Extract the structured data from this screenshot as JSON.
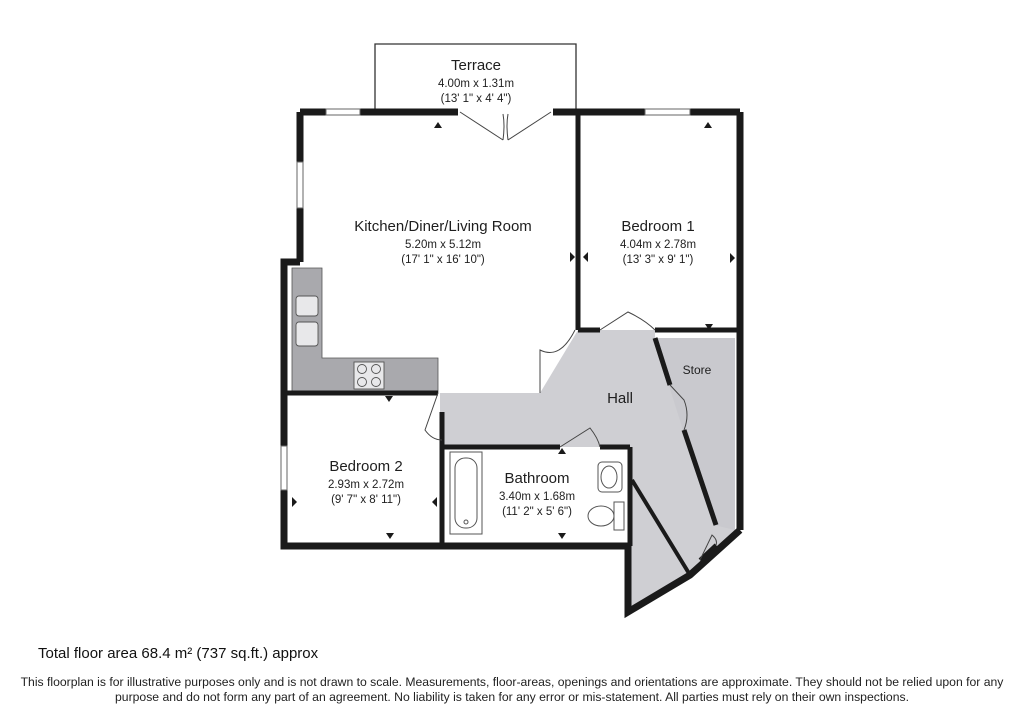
{
  "rooms": {
    "terrace": {
      "name": "Terrace",
      "metric": "4.00m x 1.31m",
      "imperial": "(13' 1\" x 4' 4\")"
    },
    "kitchen": {
      "name": "Kitchen/Diner/Living Room",
      "metric": "5.20m x 5.12m",
      "imperial": "(17' 1\" x 16' 10\")"
    },
    "bedroom1": {
      "name": "Bedroom 1",
      "metric": "4.04m x 2.78m",
      "imperial": "(13' 3\" x 9' 1\")"
    },
    "bedroom2": {
      "name": "Bedroom 2",
      "metric": "2.93m x 2.72m",
      "imperial": "(9' 7\" x 8' 11\")"
    },
    "bathroom": {
      "name": "Bathroom",
      "metric": "3.40m x 1.68m",
      "imperial": "(11' 2\" x 5' 6\")"
    },
    "store": {
      "name": "Store"
    },
    "hall": {
      "name": "Hall"
    }
  },
  "footer": {
    "total_area": "Total floor area 68.4 m² (737 sq.ft.) approx",
    "disclaimer": "This floorplan is for illustrative purposes only and is not drawn to scale. Measurements, floor-areas, openings and orientations are approximate. They should not be relied upon for any purpose and do not form any part of an agreement. No liability is taken for any error or mis-statement. All parties must rely on their own inspections."
  },
  "colors": {
    "wall": "#1a1a1a",
    "floor": "#ffffff",
    "hall_floor": "#cfcfd3",
    "kitchen_unit": "#a9a9ad",
    "window": "#ffffff"
  }
}
